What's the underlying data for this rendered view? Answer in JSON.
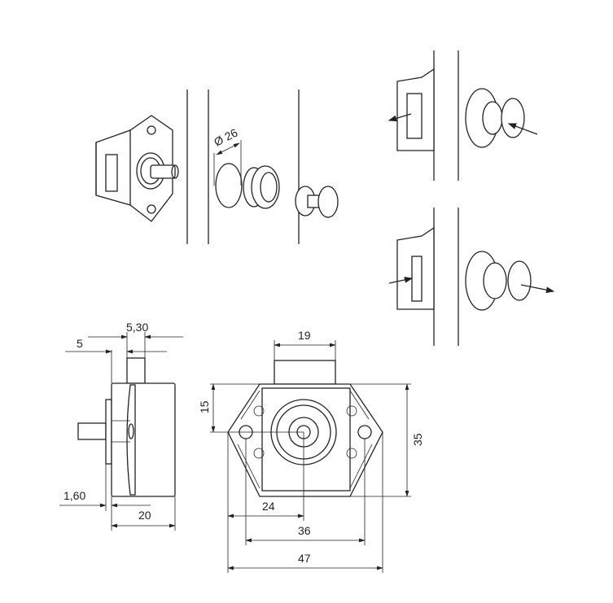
{
  "dimensions": {
    "hole_diameter": "Ø 26",
    "plunger_width": "5,30",
    "plunger_offset": "5",
    "flange_thickness": "1,60",
    "body_depth": "20",
    "top_width": "19",
    "center_height": "15",
    "overall_height": "35",
    "center_offset": "24",
    "hole_spacing": "36",
    "overall_width": "47"
  },
  "colors": {
    "line": "#222222",
    "background": "#ffffff"
  }
}
